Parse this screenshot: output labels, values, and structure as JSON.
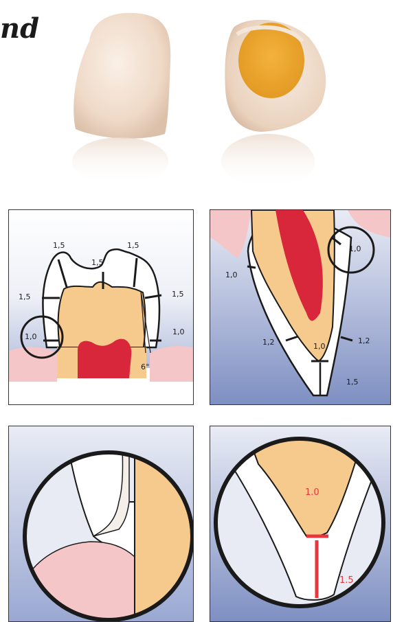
{
  "title_fragment": "nd",
  "diagrams": {
    "posterior": {
      "labels": [
        "1,5",
        "1,5",
        "1,5",
        "1,5",
        "1,5",
        "1,0",
        "1,0"
      ],
      "angle": "6°"
    },
    "anterior": {
      "labels": [
        "1,0",
        "1,0",
        "1,2",
        "1,0",
        "1,2",
        "1,5"
      ]
    },
    "detail_anterior": {
      "labels": [
        "1.0",
        "1.5"
      ]
    }
  },
  "colors": {
    "dentin": "#f6c98c",
    "pulp": "#d8263a",
    "gingiva": "#f5c6c8",
    "ceramic": "#ffffff",
    "background_gradient_top": "#e9ecf5",
    "background_gradient_bottom": "#7e8fc2",
    "accent_red": "#e8363e"
  }
}
